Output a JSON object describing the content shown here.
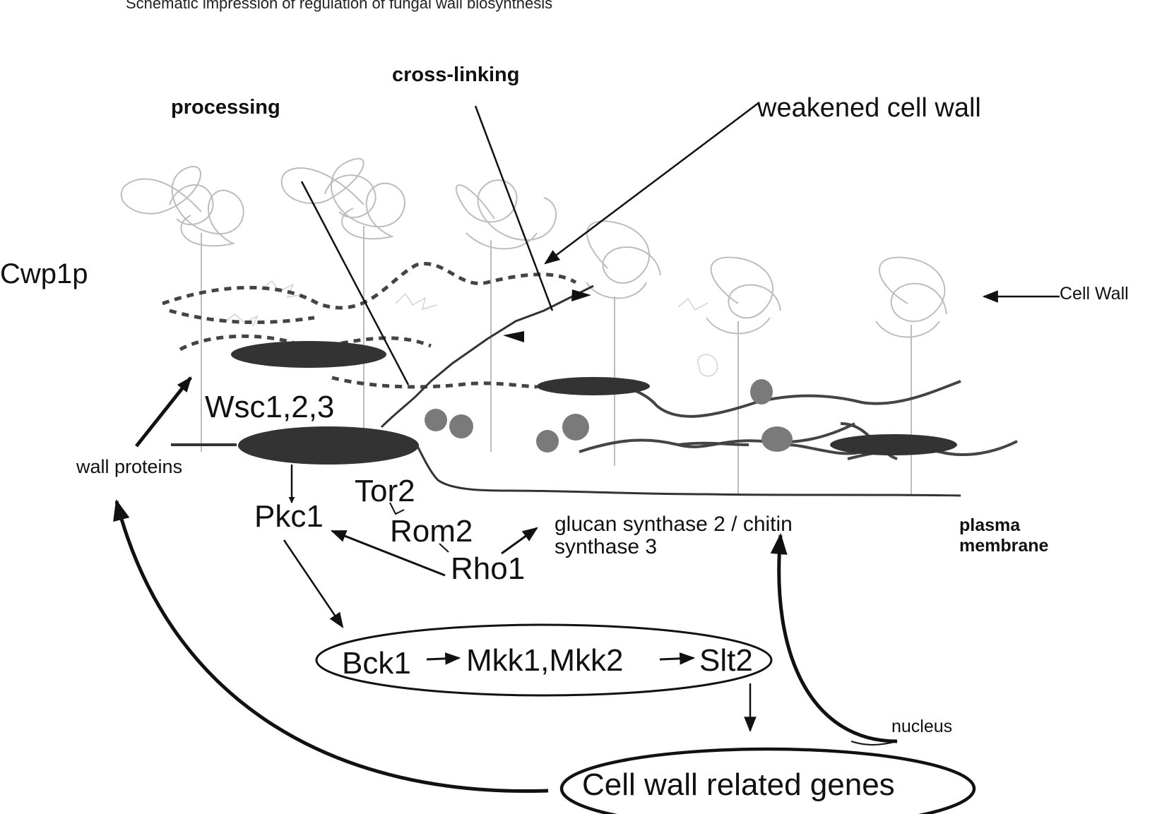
{
  "caption": "Schematic impression of regulation of fungal wall biosynthesis",
  "labels": {
    "processing": "processing",
    "cross_linking": "cross-linking",
    "weakened_cell_wall": "weakened cell wall",
    "cwp1p": "Cwp1p",
    "cell_wall": "Cell Wall",
    "wsc": "Wsc1,2,3",
    "wall_proteins": "wall proteins",
    "tor2": "Tor2",
    "pkc1": "Pkc1",
    "rom2": "Rom2",
    "rho1": "Rho1",
    "glucan_line1": "glucan synthase 2 / chitin",
    "glucan_line2": "synthase 3",
    "plasma_line1": "plasma",
    "plasma_line2": "membrane",
    "bck1": "Bck1",
    "mkk": "Mkk1,Mkk2",
    "slt2": "Slt2",
    "nucleus": "nucleus",
    "genes": "Cell wall related genes"
  },
  "colors": {
    "ink": "#111111",
    "polymer_gray": "#bdbdbd",
    "protein_dark": "#333333",
    "granule": "#7a7a7a",
    "wall_line": "#444444"
  }
}
